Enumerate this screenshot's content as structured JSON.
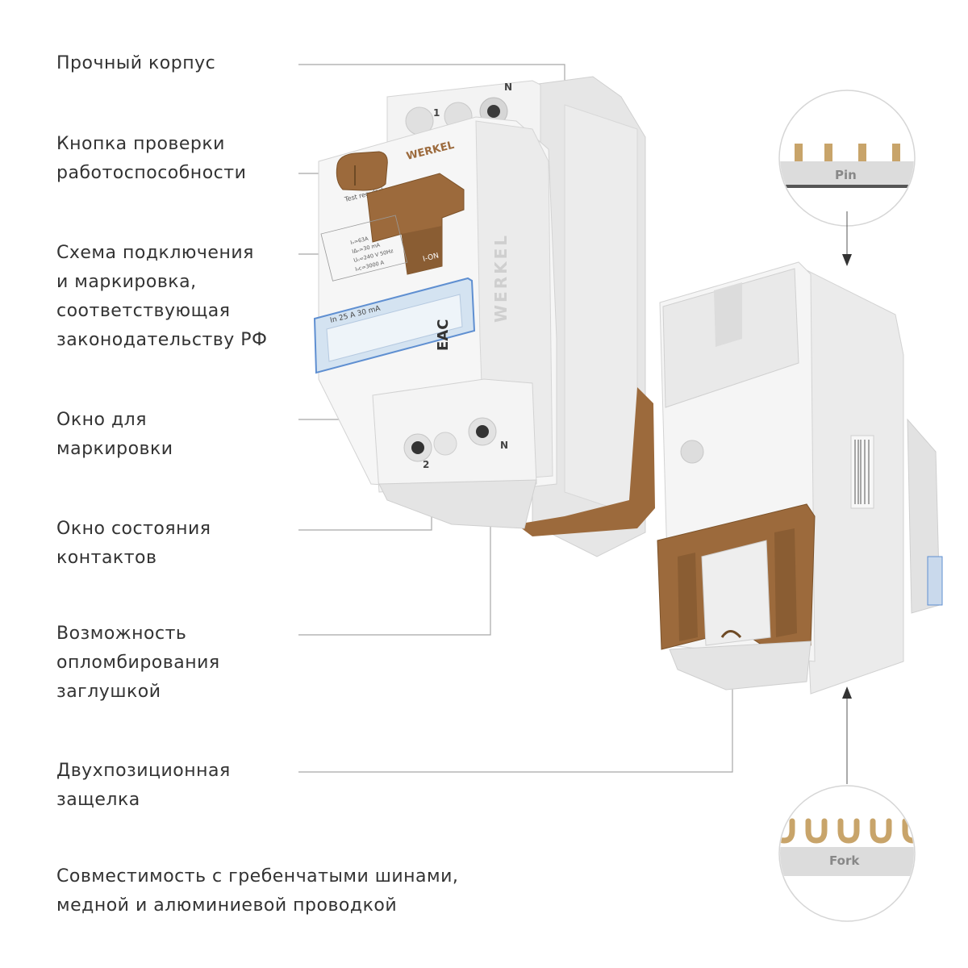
{
  "features": [
    {
      "id": "housing",
      "text": "Прочный корпус"
    },
    {
      "id": "test-button",
      "text": "Кнопка проверки\nработоспособности"
    },
    {
      "id": "scheme-marking",
      "text": "Схема подключения\nи маркировка,\nсоответствующая\nзаконодательству РФ"
    },
    {
      "id": "marking-window",
      "text": "Окно для\nмаркировки"
    },
    {
      "id": "contact-window",
      "text": "Окно состояния\nконтактов"
    },
    {
      "id": "sealing",
      "text": "Возможность\nопломбирования\nзаглушкой"
    },
    {
      "id": "latch",
      "text": "Двухпозиционная\nзащелка"
    },
    {
      "id": "compat",
      "text": "Совместимость с гребенчатыми шинами,\nмедной и алюминиевой проводкой"
    }
  ],
  "device": {
    "brand": "WERKEL",
    "terminal_top_1": "1",
    "terminal_top_n": "N",
    "terminal_bottom_2": "2",
    "terminal_bottom_n": "N",
    "test_label": "Test regularly",
    "lever_label": "I-ON",
    "spec_line_1": "Iₙ=63A",
    "spec_line_2": "IΔₙ=30 mA",
    "spec_line_3": "Uₙ=240 V 50Hz",
    "spec_line_4": "Iₙc=3000 A",
    "rating": "In 25 A 30 mA",
    "mark": "EAC"
  },
  "busbar_types": {
    "pin": "Pin",
    "fork": "Fork"
  },
  "colors": {
    "brown": "#9c6a3c",
    "body": "#f1f1f1",
    "line": "#9a9a9a"
  }
}
